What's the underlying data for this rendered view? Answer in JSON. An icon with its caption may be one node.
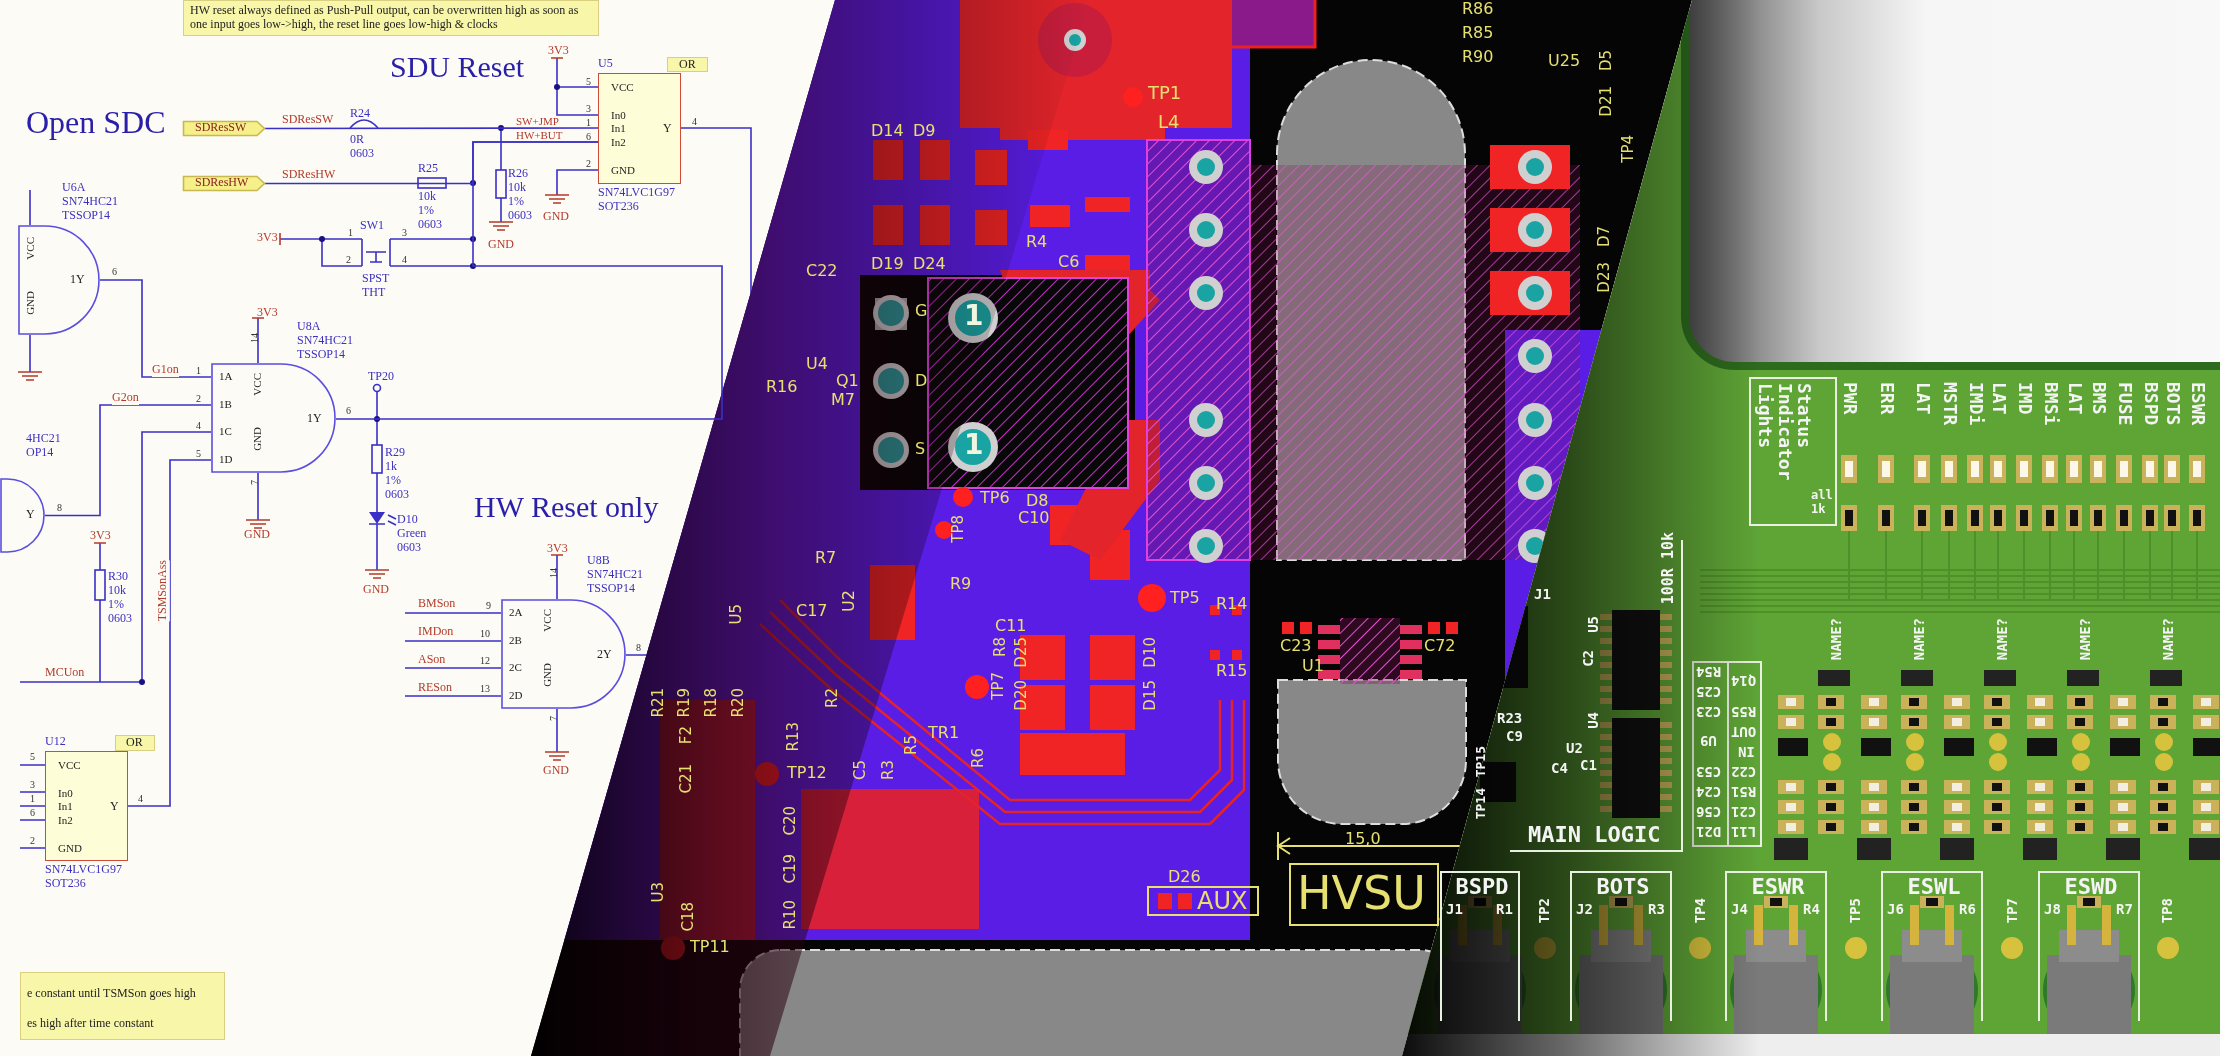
{
  "diagram": {
    "nodes": [
      {
        "text": [
          "HW reset always defined as Push-Pull output, can be overwritten high as soon as one input goes low->high, the reset line goes low-high & clocks"
        ]
      },
      {
        "text": [
          "SDResSW"
        ]
      },
      {
        "text": [
          "SDResHW"
        ]
      },
      {
        "text": [
          "VCC",
          "In0",
          "In1",
          "In2",
          "GND",
          "Y"
        ],
        "beside": [
          "U5",
          "SN74LVC1G97 SOT236"
        ]
      },
      {
        "text": [
          "OR"
        ]
      },
      {
        "text": [
          "VCC",
          "GND",
          "1Y"
        ],
        "beside": [
          "U6A SN74HC21 TSSOP14"
        ]
      },
      {
        "text": [
          "Y"
        ],
        "beside": [
          "4HC21 OP14"
        ]
      },
      {
        "text": [
          "1A",
          "1B",
          "1C",
          "1D",
          "VCC",
          "GND",
          "1Y"
        ],
        "beside": [
          "U8A SN74HC21 TSSOP14"
        ]
      },
      {
        "text": [
          "2A",
          "2B",
          "2C",
          "2D",
          "VCC",
          "GND",
          "2Y"
        ],
        "beside": [
          "U8B SN74HC21 TSSOP14"
        ]
      },
      {
        "text": [
          "VCC",
          "In0",
          "In1",
          "In2",
          "GND",
          "Y"
        ],
        "beside": [
          "U12",
          "SN74LVC1G97 SOT236"
        ]
      },
      {
        "text": [
          "OR"
        ]
      },
      {
        "text": [
          "e constant until TSMSon goes high",
          "es high after time constant"
        ]
      },
      {
        "text": [
          "Status Indicator Lights",
          "all 1k"
        ]
      },
      {
        "text": [
          "MAIN LOGIC"
        ]
      },
      {
        "text": [
          "BSPD",
          "J1",
          "R1"
        ]
      },
      {
        "text": [
          "BOTS",
          "J2",
          "R3"
        ]
      },
      {
        "text": [
          "ESWR",
          "J4",
          "R4"
        ]
      },
      {
        "text": [
          "ESWL",
          "J6",
          "R6"
        ]
      },
      {
        "text": [
          "ESWD",
          "J8",
          "R7"
        ]
      },
      {
        "text": [
          "AUX"
        ]
      },
      {
        "text": [
          "HVSU"
        ]
      }
    ],
    "edges": [
      {
        "from": 1,
        "to": 3,
        "arrow": "none",
        "label": "SDResSW"
      },
      {
        "from": 2,
        "to": 3,
        "arrow": "none",
        "label": "SDResHW"
      },
      {
        "from": 5,
        "to": 7,
        "arrow": "none",
        "label": "G1on"
      },
      {
        "from": 6,
        "to": 7,
        "arrow": "none",
        "label": "G2on"
      },
      {
        "from": 9,
        "to": 7,
        "arrow": "none",
        "label": "TSMSonAss"
      },
      {
        "from": 7,
        "to": 3,
        "arrow": "none"
      }
    ],
    "labels": [
      "SDU Reset",
      "Open SDC",
      "HW Reset only",
      "3V3",
      "5",
      "3",
      "SW+JMP",
      "1",
      "4",
      "HW+BUT",
      "6",
      "2",
      "R24",
      "0R 0603",
      "R25",
      "10k 1% 0603",
      "R26",
      "10k 1% 0603",
      "GND",
      "GND",
      "3V3",
      "SW1",
      "1",
      "3",
      "2",
      "4",
      "SPST THT",
      "6",
      "1",
      "2",
      "4",
      "5",
      "14",
      "7",
      "6",
      "3V3",
      "GND",
      "TP20",
      "R29",
      "1k 1% 0603",
      "D10",
      "Green 0603",
      "GND",
      "8",
      "3V3",
      "R30",
      "10k 1% 0603",
      "MCUon",
      "3V3",
      "BMSon",
      "IMDon",
      "ASon",
      "RESon",
      "9",
      "10",
      "12",
      "13",
      "14",
      "7",
      "8",
      "GND",
      "5",
      "3",
      "1",
      "6",
      "2",
      "4",
      "TP1",
      "L4",
      "D14",
      "D9",
      "R4",
      "C22",
      "D19",
      "D24",
      "C6",
      "G",
      "D",
      "S",
      "1",
      "1",
      "Q1",
      "M7",
      "U4",
      "R16",
      "TP6",
      "D8",
      "C10",
      "TP8",
      "R7",
      "R9",
      "U2",
      "C17",
      "C11",
      "R8",
      "TP7",
      "D25",
      "D20",
      "D10",
      "D15",
      "TP5",
      "R14",
      "C23",
      "U1",
      "C72",
      "R15",
      "R2",
      "TR1",
      "R5",
      "C5",
      "R3",
      "R6",
      "R21",
      "R19",
      "R18",
      "R20",
      "U5",
      "F2",
      "C21",
      "R13",
      "TP12",
      "C20",
      "C19",
      "U3",
      "C18",
      "R10",
      "TP11",
      "D26",
      "15,0",
      "R86",
      "R85",
      "R90",
      "U25",
      "D5",
      "D21",
      "TP4",
      "D7",
      "D23",
      "PWR",
      "ERR",
      "LAT",
      "MSTR",
      "IMDi",
      "LAT",
      "IMD",
      "BMSi",
      "LAT",
      "BMS",
      "FUSE",
      "BSPD",
      "BOTS",
      "ESWR",
      "100R 10k",
      "U5",
      "C2",
      "U4",
      "R23",
      "C9",
      "U2",
      "C4",
      "C1",
      "J1",
      "TP14",
      "TP15",
      "R54",
      "Q14",
      "C25",
      "C23",
      "R55",
      "U9",
      "OUT",
      "IN",
      "C53",
      "C22",
      "C24",
      "R51",
      "C56",
      "C21",
      "D21",
      "L11",
      "NAME?",
      "NAME?",
      "NAME?",
      "NAME?",
      "NAME?",
      "TP2",
      "TP4",
      "TP5",
      "TP7",
      "TP8"
    ]
  }
}
